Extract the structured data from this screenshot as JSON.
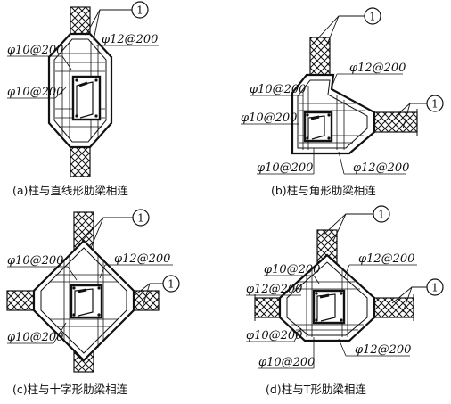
{
  "callout_number": "1",
  "panels": {
    "a": {
      "caption": "(a)柱与直线形肋梁相连",
      "labels": [
        "φ10@200",
        "φ12@200",
        "φ10@200"
      ]
    },
    "b": {
      "caption": "(b)柱与角形肋梁相连",
      "labels": [
        "φ12@200",
        "φ10@200",
        "φ10@200",
        "φ10@200",
        "φ12@200"
      ]
    },
    "c": {
      "caption": "(c)柱与十字形肋梁相连",
      "labels": [
        "φ10@200",
        "φ12@200",
        "φ10@200"
      ]
    },
    "d": {
      "caption": "(d)柱与T形肋梁相连",
      "labels": [
        "φ10@200",
        "φ12@200",
        "φ12@200",
        "φ10@200",
        "φ10@200",
        "φ12@200"
      ]
    }
  }
}
